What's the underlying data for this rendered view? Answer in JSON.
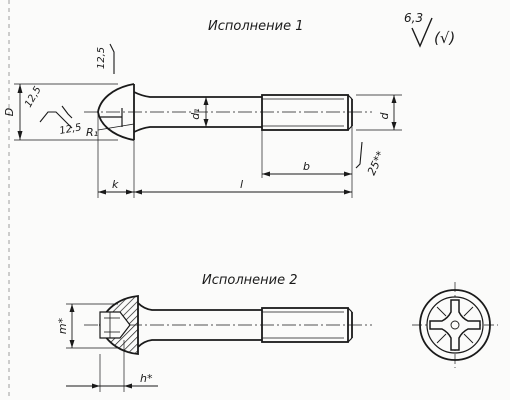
{
  "variants": {
    "v1_title": "Исполнение 1",
    "v2_title": "Исполнение 2"
  },
  "roughness": {
    "general_value": "6,3",
    "general_bracket": "(√)",
    "head_top": "12,5",
    "slot_side_a": "12,5",
    "slot_side_b": "12,5",
    "thread": "25**"
  },
  "dimensions": {
    "head_diameter": "D",
    "shank_diameter": "d₁",
    "thread_diameter": "d",
    "fillet_radius": "R₁",
    "head_height": "k",
    "length": "l",
    "thread_length": "b",
    "recess_diameter": "m*",
    "recess_depth": "h*"
  }
}
